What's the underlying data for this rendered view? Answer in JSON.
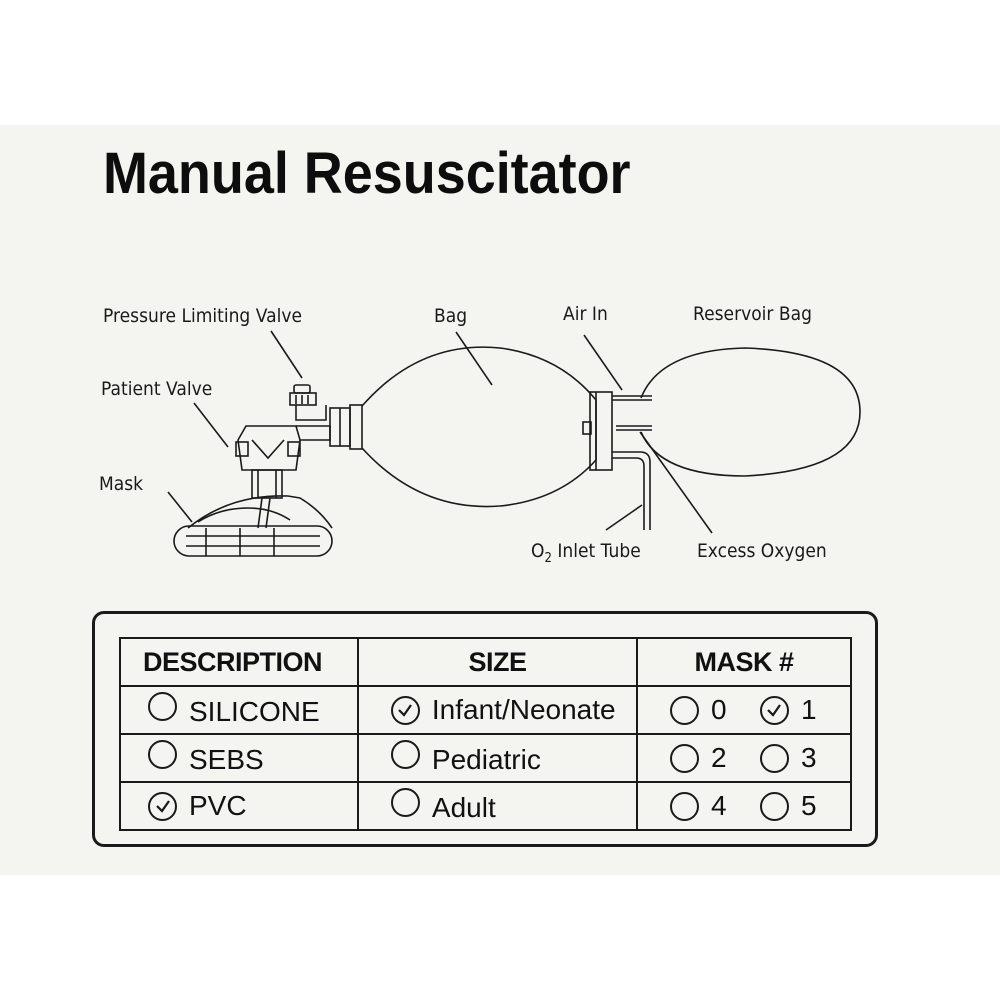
{
  "document": {
    "title": "Manual Resuscitator",
    "background_color": "#f4f4f0"
  },
  "diagram": {
    "labels": {
      "pressure_limiting_valve": "Pressure Limiting Valve",
      "patient_valve": "Patient Valve",
      "mask": "Mask",
      "bag": "Bag",
      "air_in": "Air In",
      "reservoir_bag": "Reservoir Bag",
      "o2_inlet_tube_prefix": "O",
      "o2_inlet_tube_sub": "2",
      "o2_inlet_tube_suffix": " Inlet Tube",
      "excess_oxygen": "Excess Oxygen"
    }
  },
  "spec_table": {
    "headers": {
      "description": "DESCRIPTION",
      "size": "SIZE",
      "mask": "MASK #"
    },
    "rows": [
      {
        "description": {
          "label": "SILICONE",
          "checked": false
        },
        "size": {
          "label": "Infant/Neonate",
          "checked": true
        },
        "masks": [
          {
            "label": "0",
            "checked": false
          },
          {
            "label": "1",
            "checked": true
          }
        ]
      },
      {
        "description": {
          "label": "SEBS",
          "checked": false
        },
        "size": {
          "label": "Pediatric",
          "checked": false
        },
        "masks": [
          {
            "label": "2",
            "checked": false
          },
          {
            "label": "3",
            "checked": false
          }
        ]
      },
      {
        "description": {
          "label": "PVC",
          "checked": true
        },
        "size": {
          "label": "Adult",
          "checked": false
        },
        "masks": [
          {
            "label": "4",
            "checked": false
          },
          {
            "label": "5",
            "checked": false
          }
        ]
      }
    ]
  }
}
